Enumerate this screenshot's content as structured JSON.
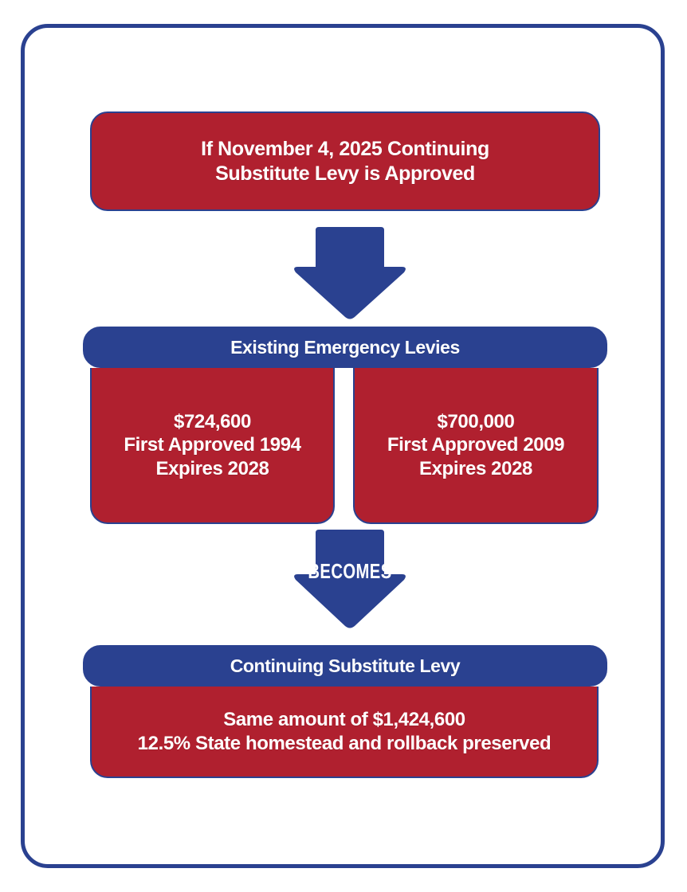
{
  "diagram": {
    "title": "Continuing Substitute Levy Flow",
    "colors": {
      "red": "#b0202f",
      "blue": "#2a4190",
      "text": "#ffffff",
      "background": "#ffffff"
    },
    "step1": {
      "text": "If November 4, 2025 Continuing\nSubstitute Levy is Approved"
    },
    "arrow1": {
      "label": "",
      "icon": "down-arrow-icon"
    },
    "step2": {
      "header": "Existing Emergency Levies",
      "levies": [
        {
          "amount": "$724,600",
          "approved": "First Approved 1994",
          "expires": "Expires 2028",
          "text": "$724,600\nFirst Approved 1994\nExpires 2028"
        },
        {
          "amount": "$700,000",
          "approved": "First Approved 2009",
          "expires": "Expires 2028",
          "text": "$700,000\nFirst Approved 2009\nExpires 2028"
        }
      ]
    },
    "arrow2": {
      "label": "BECOMES",
      "icon": "down-arrow-icon"
    },
    "step3": {
      "header": "Continuing Substitute Levy",
      "text": "Same amount of $1,424,600\n12.5% State homestead and rollback preserved",
      "amount": "$1,424,600",
      "rollback": "12.5% State homestead and rollback preserved"
    }
  }
}
